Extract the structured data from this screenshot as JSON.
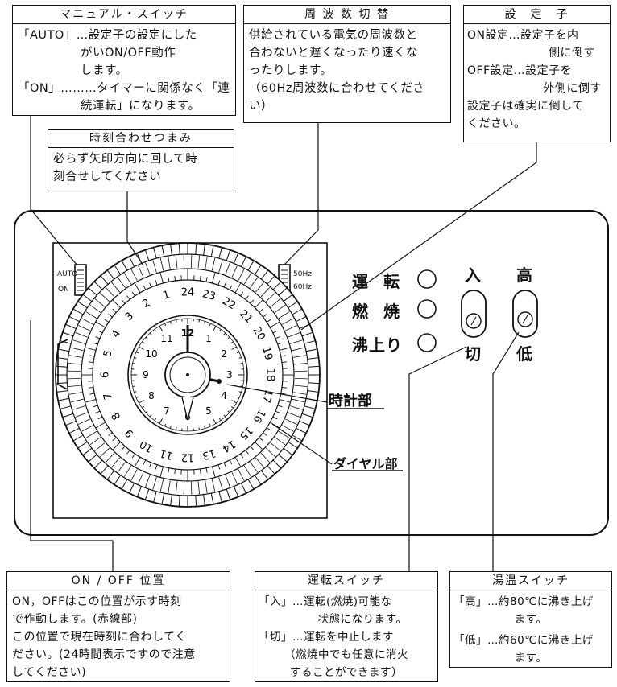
{
  "manual_switch": {
    "title": "マニュアル・スイッチ",
    "lines": [
      "「AUTO」…設定子の設定にした",
      "がいON/OFF動作",
      "します。",
      "「ON」………タイマーに関係なく「連",
      "続運転」になります。"
    ]
  },
  "frequency": {
    "title": "周 波 数 切 替",
    "lines": [
      "供給されている電気の周波数と",
      "合わないと遅くなったり速くな",
      "ったりします。",
      "（60Hz周波数に合わせてくださ",
      "い）"
    ]
  },
  "setter": {
    "title": "設　定　子",
    "lines": [
      "ON設定…設定子を内",
      "側に倒す",
      "OFF設定…設定子を",
      "外側に倒す",
      "設定子は確実に倒して",
      "ください。"
    ]
  },
  "time_knob": {
    "title": "時刻合わせつまみ",
    "lines": [
      "必らず矢印方向に回して時",
      "刻合せしてください"
    ]
  },
  "panel": {
    "auto_label": "AUTO",
    "on_label": "ON",
    "hz50": "50Hz",
    "hz60": "60Hz",
    "lamp_run": "運 転",
    "lamp_burn": "燃 焼",
    "lamp_boil": "沸上り",
    "sw_on": "入",
    "sw_off": "切",
    "sw_high": "高",
    "sw_low": "低"
  },
  "callouts": {
    "clock": "時計部",
    "dial": "ダイヤル部"
  },
  "clock": {
    "outer_numbers": [
      "24",
      "23",
      "22",
      "21",
      "20",
      "19",
      "18",
      "17",
      "16",
      "15",
      "14",
      "13",
      "12",
      "11",
      "10",
      "9",
      "8",
      "7",
      "6",
      "5",
      "4",
      "3",
      "2",
      "1"
    ],
    "inner_numbers": [
      "12",
      "1",
      "2",
      "3",
      "4",
      "5",
      "6",
      "7",
      "8",
      "9",
      "10",
      "11"
    ]
  },
  "onoff_position": {
    "title": "ON / OFF 位置",
    "lines": [
      "ON，OFFはこの位置が示す時刻",
      "で作動します。(赤線部)",
      "この位置で現在時刻に合わしてく",
      "ださい。(24時間表示ですので注意",
      "してください)"
    ]
  },
  "run_switch": {
    "title": "運転スイッチ",
    "lines": [
      "「入」…運転(燃焼)可能な",
      "状態になります。",
      "「切」…運転を中止します",
      "（燃焼中でも任意に消火",
      "することができます）"
    ]
  },
  "temp_switch": {
    "title": "湯温スイッチ",
    "lines": [
      "「高」…約80℃に沸き上げ",
      "ます。",
      "「低」…約60℃に沸き上げ",
      "ます。"
    ]
  }
}
